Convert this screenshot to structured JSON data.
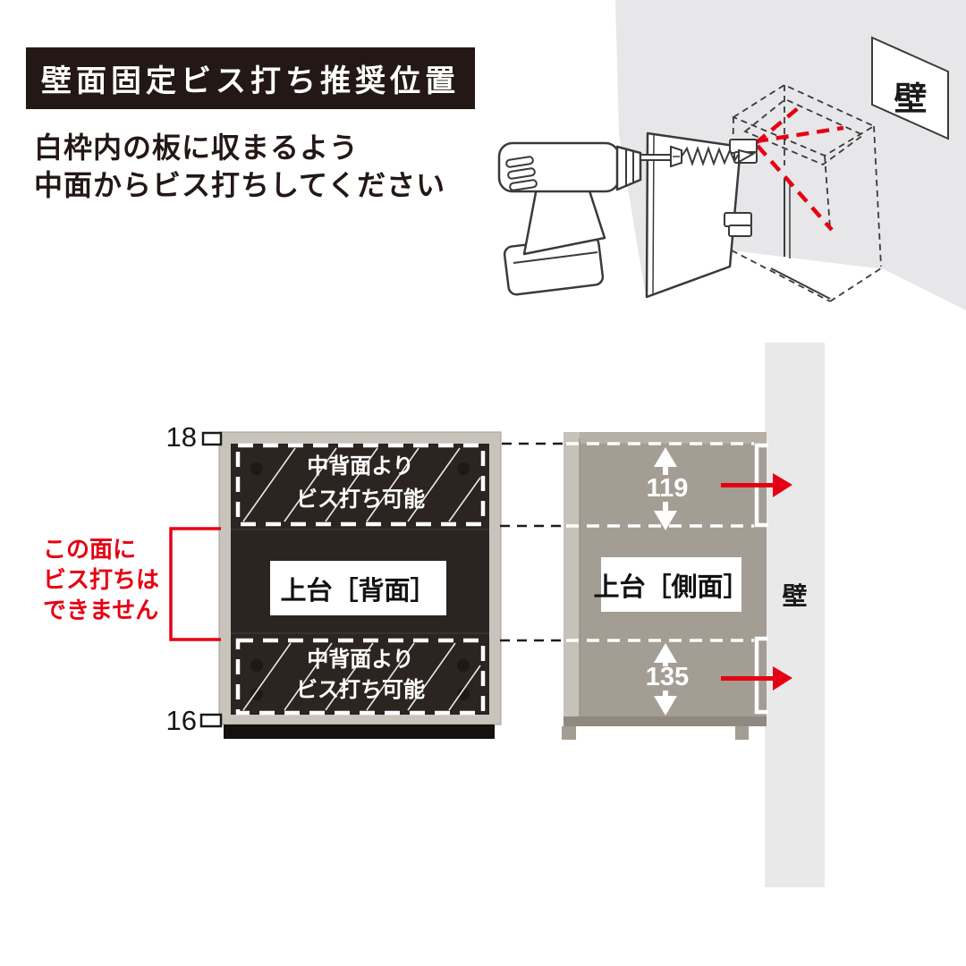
{
  "banner": {
    "title": "壁面固定ビス打ち推奨位置"
  },
  "intro": {
    "line1": "白枠内の板に収まるよう",
    "line2": "中面からビス打ちしてください"
  },
  "illustration": {
    "wall_label": "壁"
  },
  "back_view": {
    "top_thickness": "18",
    "bottom_thickness": "16",
    "panel_label": "上台［背面］",
    "zone_top": {
      "line1": "中背面より",
      "line2": "ビス打ち可能"
    },
    "zone_bottom": {
      "line1": "中背面より",
      "line2": "ビス打ち可能"
    },
    "warning": {
      "line1": "この面に",
      "line2": "ビス打ちは",
      "line3": "できません"
    }
  },
  "side_view": {
    "panel_label": "上台［側面］",
    "dim_top": "119",
    "dim_bottom": "135",
    "wall_label": "壁"
  },
  "colors": {
    "accent_red": "#e60012",
    "banner_bg": "#231815",
    "cabinet_frame": "#c8c4bb",
    "cabinet_back_panel": "#2b2421",
    "cabinet_side_body": "#a39d94",
    "wall": "#e9e9e9"
  }
}
